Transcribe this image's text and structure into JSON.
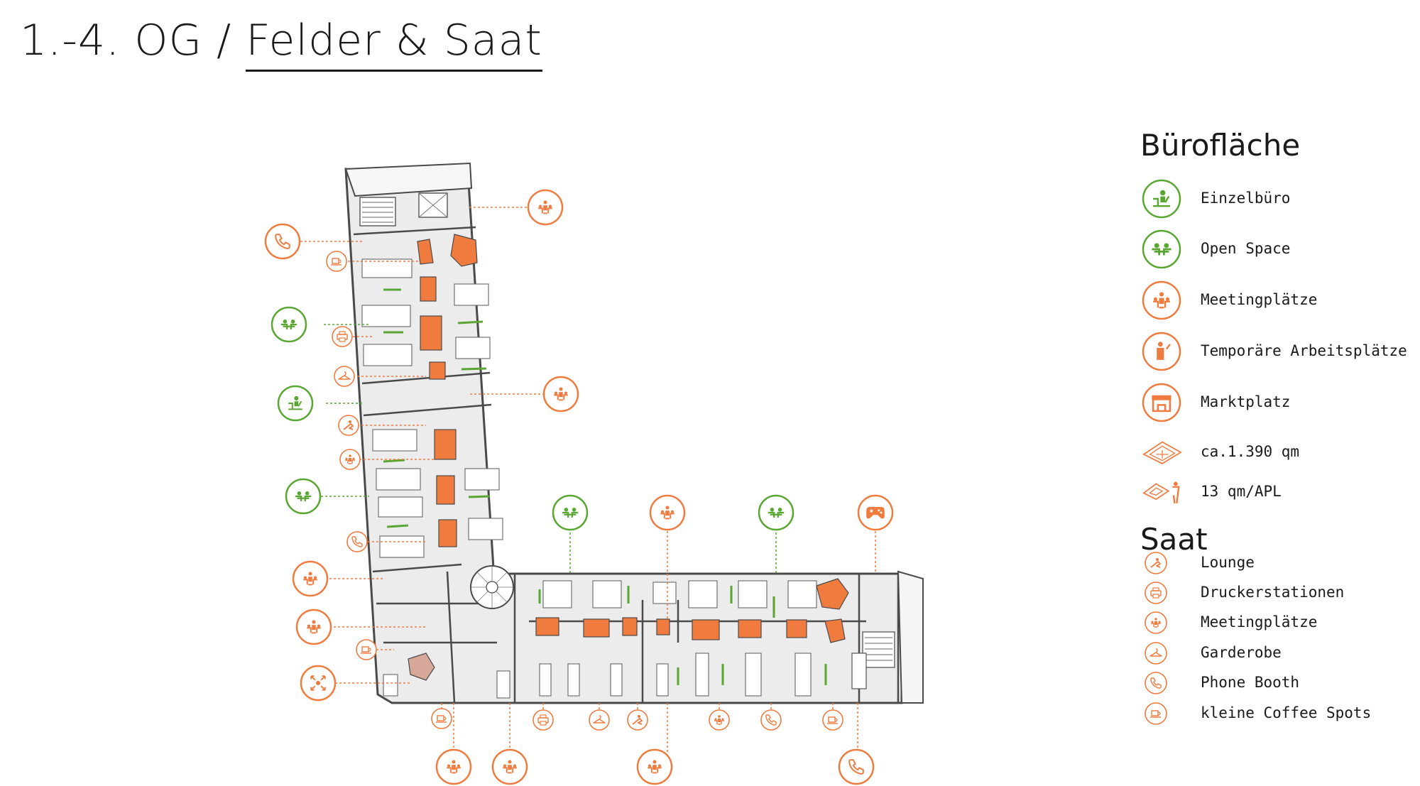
{
  "title": {
    "main": "1.-4. OG / ",
    "sub": "Felder & Saat"
  },
  "colors": {
    "green": "#5aa632",
    "orange": "#f07b3f",
    "wall": "#4a4a4a",
    "floor": "#ececec"
  },
  "legend": {
    "buero_heading": "Bürofläche",
    "buero_items": [
      {
        "icon": "desk-person-icon",
        "label": "Einzelbüro"
      },
      {
        "icon": "open-space-icon",
        "label": "Open Space"
      },
      {
        "icon": "meeting-icon",
        "label": "Meetingplätze"
      },
      {
        "icon": "temp-workplace-icon",
        "label": "Temporäre Arbeitsplätze"
      },
      {
        "icon": "marketplace-icon",
        "label": "Marktplatz"
      },
      {
        "icon": "floor-area-icon",
        "label": "ca.1.390 qm"
      },
      {
        "icon": "area-per-person-icon",
        "label": "13 qm/APL"
      }
    ],
    "saat_heading": "Saat",
    "saat_items": [
      {
        "icon": "lounge-icon",
        "label": "Lounge"
      },
      {
        "icon": "printer-icon",
        "label": "Druckerstationen"
      },
      {
        "icon": "meeting-icon",
        "label": "Meetingplätze"
      },
      {
        "icon": "coat-hanger-icon",
        "label": "Garderobe"
      },
      {
        "icon": "phone-icon",
        "label": "Phone Booth"
      },
      {
        "icon": "coffee-icon",
        "label": "kleine Coffee Spots"
      }
    ]
  }
}
